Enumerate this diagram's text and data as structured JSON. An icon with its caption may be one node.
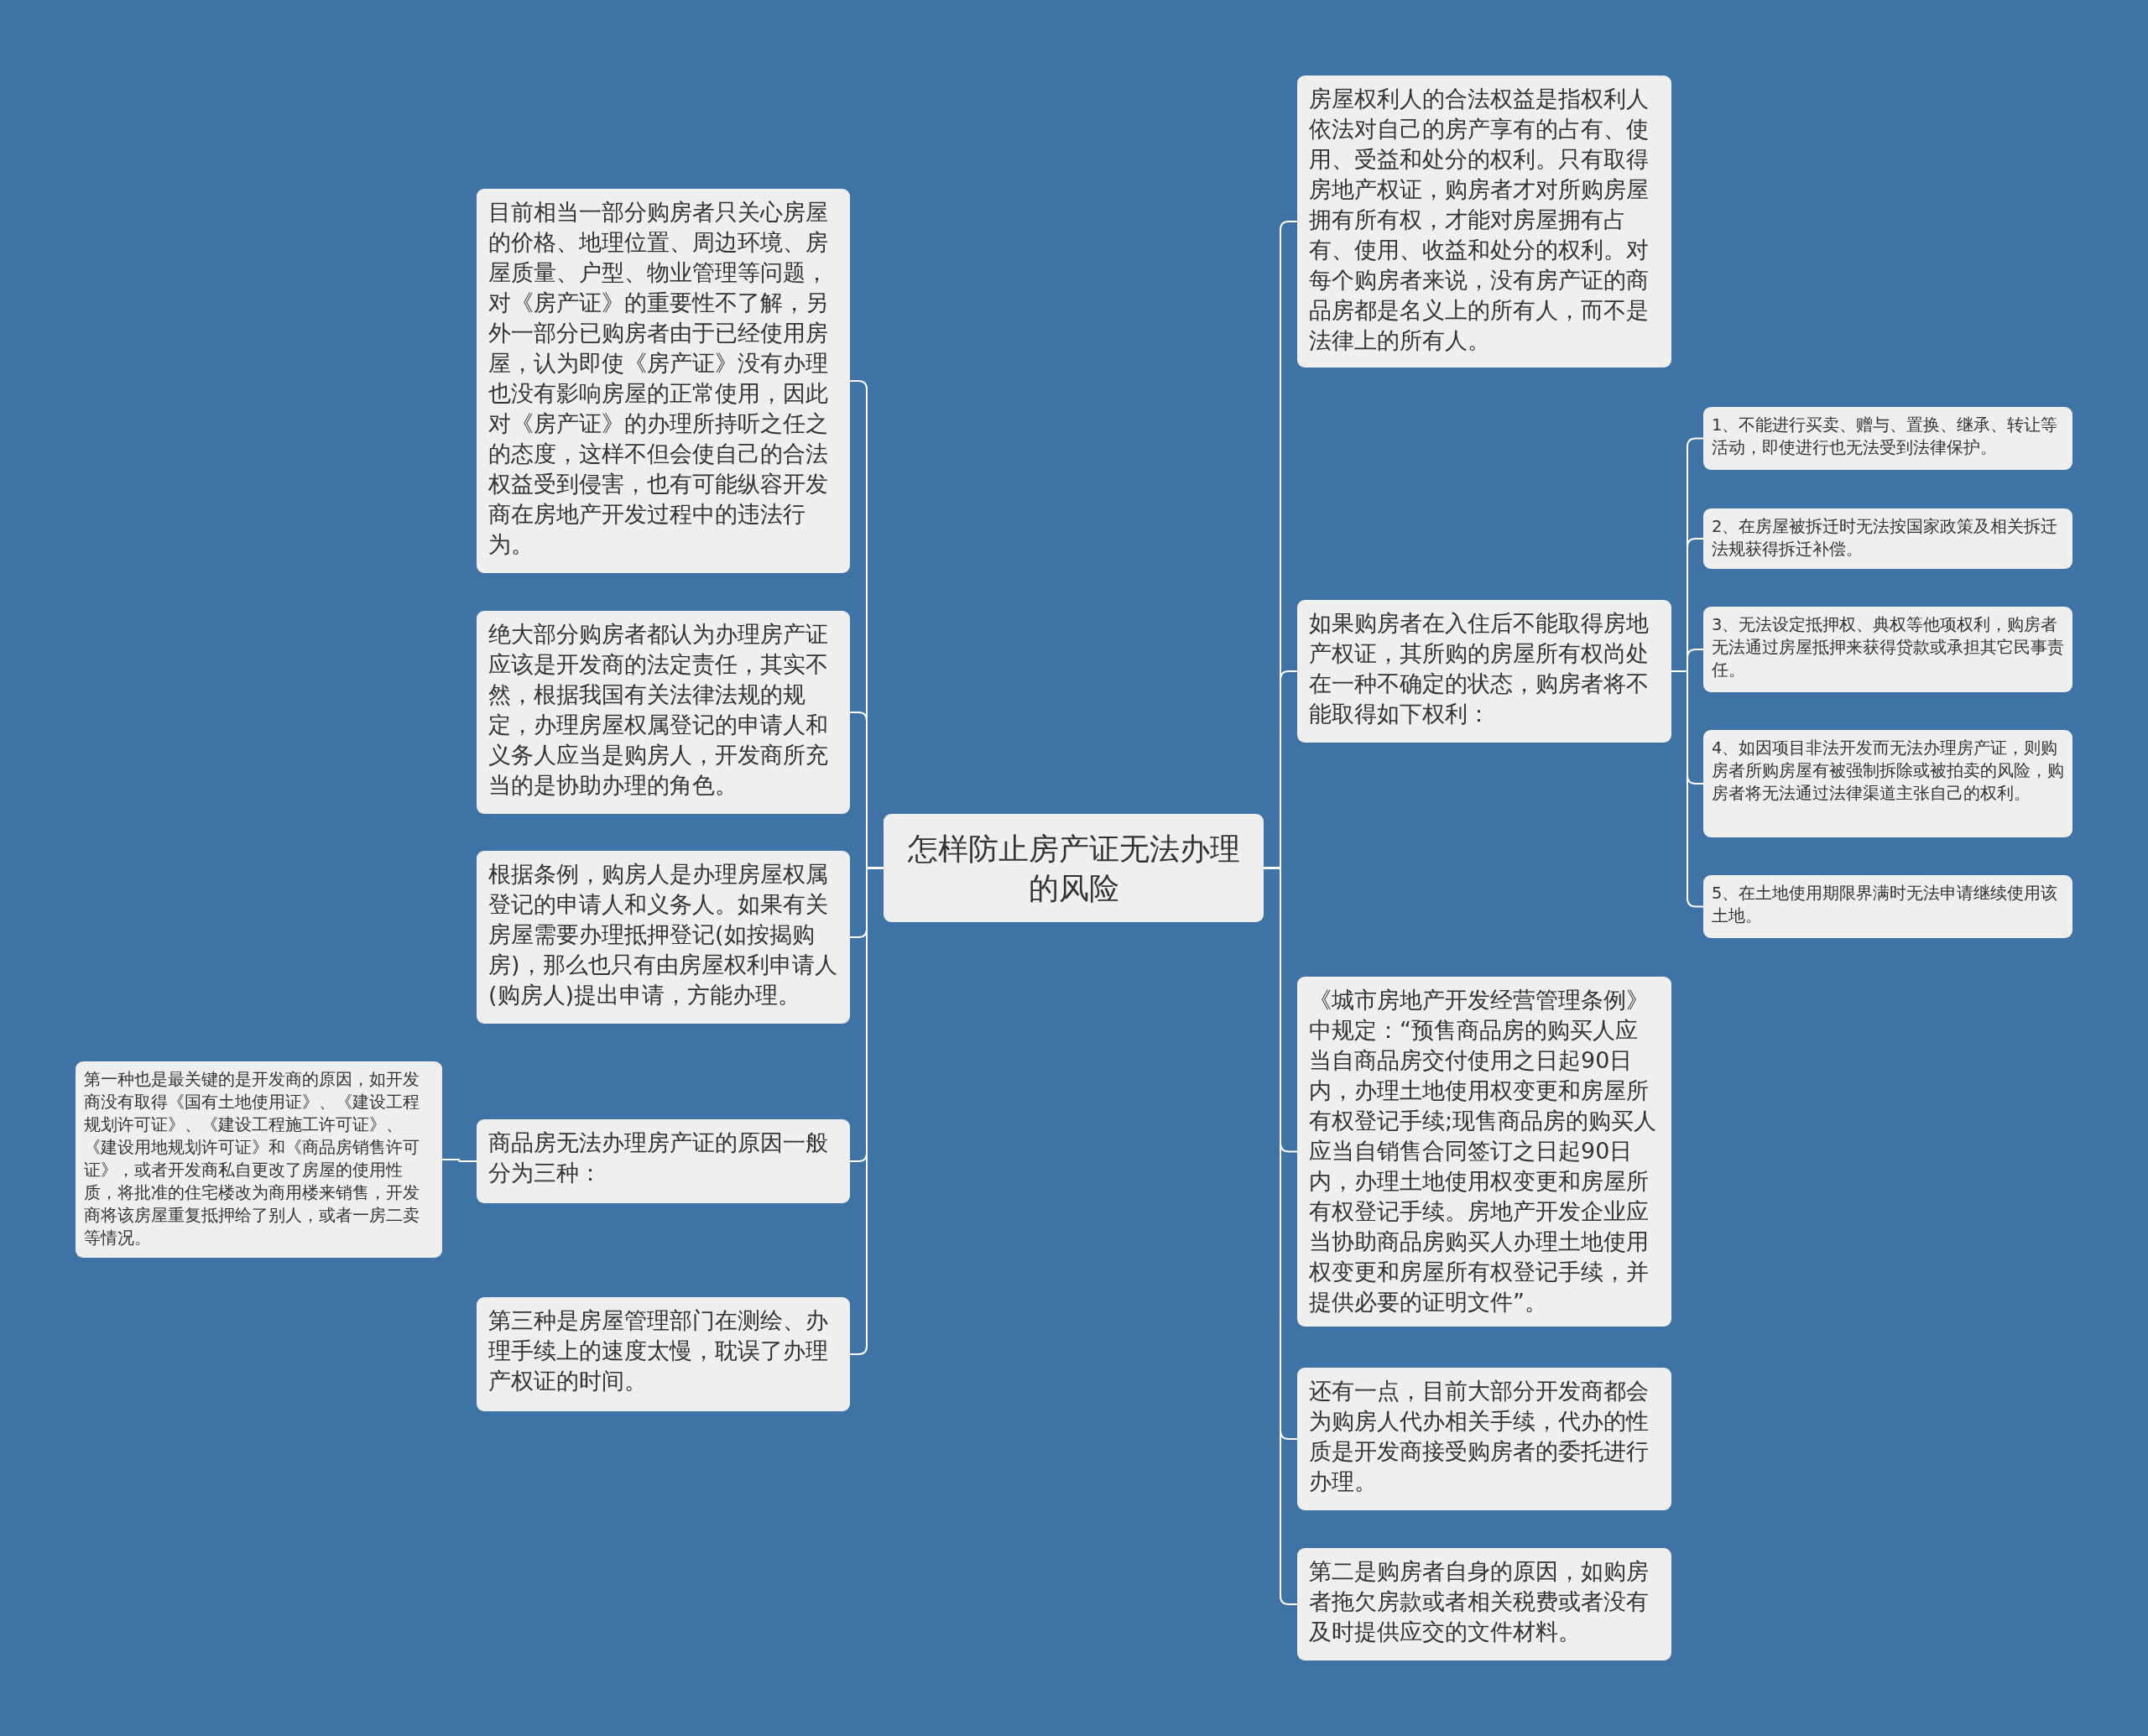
{
  "diagram": {
    "nodes": [
      {
        "text": [
          "怎样防止房产证无法办理的风险"
        ]
      },
      {
        "text": [
          "目前相当一部分购房者只关心房屋的价格、地理位置、周边环境、房屋质量、户型、物业管理等问题，对《房产证》的重要性不了解，另外一部分已购房者由于已经使用房屋，认为即使《房产证》没有办理也没有影响房屋的正常使用，因此对《房产证》的办理所持听之任之的态度，这样不但会使自己的合法权益受到侵害，也有可能纵容开发商在房地产开发过程中的违法行为。"
        ]
      },
      {
        "text": [
          "绝大部分购房者都认为办理房产证应该是开发商的法定责任，其实不然，根据我国有关法律法规的规定，办理房屋权属登记的申请人和义务人应当是购房人，开发商所充当的是协助办理的角色。"
        ]
      },
      {
        "text": [
          "根据条例，购房人是办理房屋权属登记的申请人和义务人。如果有关房屋需要办理抵押登记(如按揭购房)，那么也只有由房屋权利申请人(购房人)提出申请，方能办理。"
        ]
      },
      {
        "text": [
          "商品房无法办理房产证的原因一般分为三种："
        ]
      },
      {
        "text": [
          "第一种也是最关键的是开发商的原因，如开发商没有取得《国有土地使用证》、《建设工程规划许可证》、《建设工程施工许可证》、《建设用地规划许可证》和《商品房销售许可证》，或者开发商私自更改了房屋的使用性质，将批准的住宅楼改为商用楼来销售，开发商将该房屋重复抵押给了别人，或者一房二卖等情况。"
        ]
      },
      {
        "text": [
          "第三种是房屋管理部门在测绘、办理手续上的速度太慢，耽误了办理产权证的时间。"
        ]
      },
      {
        "text": [
          "房屋权利人的合法权益是指权利人依法对自己的房产享有的占有、使用、受益和处分的权利。只有取得房地产权证，购房者才对所购房屋拥有所有权，才能对房屋拥有占有、使用、收益和处分的权利。对每个购房者来说，没有房产证的商品房都是名义上的所有人，而不是法律上的所有人。"
        ]
      },
      {
        "text": [
          "如果购房者在入住后不能取得房地产权证，其所购的房屋所有权尚处在一种不确定的状态，购房者将不能取得如下权利："
        ]
      },
      {
        "text": [
          "1、不能进行买卖、赠与、置换、继承、转让等活动，即使进行也无法受到法律保护。"
        ]
      },
      {
        "text": [
          "2、在房屋被拆迁时无法按国家政策及相关拆迁法规获得拆迁补偿。"
        ]
      },
      {
        "text": [
          "3、无法设定抵押权、典权等他项权利，购房者无法通过房屋抵押来获得贷款或承担其它民事责任。"
        ]
      },
      {
        "text": [
          "4、如因项目非法开发而无法办理房产证，则购房者所购房屋有被强制拆除或被拍卖的风险，购房者将无法通过法律渠道主张自己的权利。"
        ]
      },
      {
        "text": [
          "5、在土地使用期限界满时无法申请继续使用该土地。"
        ]
      },
      {
        "text": [
          "《城市房地产开发经营管理条例》中规定：“预售商品房的购买人应当自商品房交付使用之日起90日内，办理土地使用权变更和房屋所有权登记手续;现售商品房的购买人应当自销售合同签订之日起90日内，办理土地使用权变更和房屋所有权登记手续。房地产开发企业应当协助商品房购买人办理土地使用权变更和房屋所有权登记手续，并提供必要的证明文件”。"
        ]
      },
      {
        "text": [
          "还有一点，目前大部分开发商都会为购房人代办相关手续，代办的性质是开发商接受购房者的委托进行办理。"
        ]
      },
      {
        "text": [
          "第二是购房者自身的原因，如购房者拖欠房款或者相关税费或者没有及时提供应交的文件材料。"
        ]
      }
    ],
    "edges": [
      {
        "from": 0,
        "to": 1,
        "arrow": "none"
      },
      {
        "from": 0,
        "to": 2,
        "arrow": "none"
      },
      {
        "from": 0,
        "to": 3,
        "arrow": "none"
      },
      {
        "from": 0,
        "to": 4,
        "arrow": "none"
      },
      {
        "from": 4,
        "to": 5,
        "arrow": "none"
      },
      {
        "from": 0,
        "to": 6,
        "arrow": "none"
      },
      {
        "from": 0,
        "to": 7,
        "arrow": "none"
      },
      {
        "from": 0,
        "to": 8,
        "arrow": "none"
      },
      {
        "from": 8,
        "to": 9,
        "arrow": "none"
      },
      {
        "from": 8,
        "to": 10,
        "arrow": "none"
      },
      {
        "from": 8,
        "to": 11,
        "arrow": "none"
      },
      {
        "from": 8,
        "to": 12,
        "arrow": "none"
      },
      {
        "from": 8,
        "to": 13,
        "arrow": "none"
      },
      {
        "from": 0,
        "to": 14,
        "arrow": "none"
      },
      {
        "from": 0,
        "to": 15,
        "arrow": "none"
      },
      {
        "from": 0,
        "to": 16,
        "arrow": "none"
      }
    ]
  }
}
